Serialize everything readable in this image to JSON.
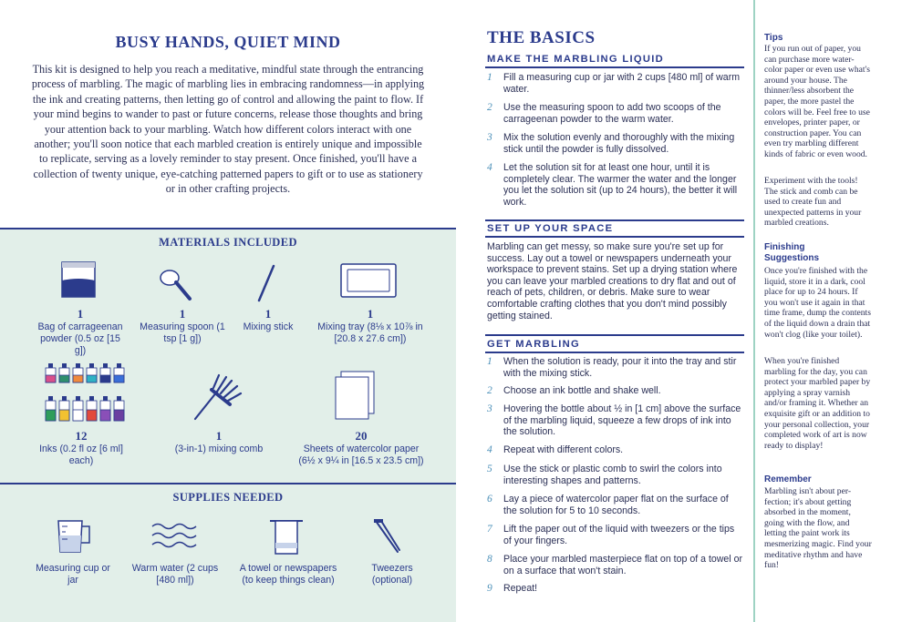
{
  "intro": {
    "title": "BUSY HANDS, QUIET MIND",
    "body": "This kit is designed to help you reach a meditative, mindful state through the entrancing process of marbling. The magic of marbling lies in embracing randomness—in applying the ink and creating patterns, then letting go of control and allowing the paint to flow. If your mind begins to wander to past or future concerns, release those thoughts and bring your attention back to your marbling. Watch how different colors interact with one another; you'll soon notice that each marbled creation is entirely unique and impossible to replicate, serving as a lovely reminder to stay present. Once finished, you'll have a collection of twenty unique, eye-catching patterned papers to gift or to use as stationery or in other crafting projects."
  },
  "materials": {
    "heading": "MATERIALS INCLUDED",
    "items": [
      {
        "qty": "1",
        "label": "Bag of carrageenan powder (0.5 oz [15 g])",
        "icon": "powder-bag-icon"
      },
      {
        "qty": "1",
        "label": "Measuring spoon (1 tsp [1 g])",
        "icon": "measuring-spoon-icon"
      },
      {
        "qty": "1",
        "label": "Mixing stick",
        "icon": "mixing-stick-icon"
      },
      {
        "qty": "1",
        "label": "Mixing tray (8⅛ x 10⅞ in [20.8 x 27.6 cm])",
        "icon": "mixing-tray-icon"
      },
      {
        "qty": "12",
        "label": "Inks (0.2 fl oz [6 ml] each)",
        "icon": "ink-bottles-icon"
      },
      {
        "qty": "1",
        "label": "(3-in-1) mixing comb",
        "icon": "comb-icon"
      },
      {
        "qty": "20",
        "label": "Sheets of watercolor paper (6½ x 9¼ in [16.5 x 23.5 cm])",
        "icon": "paper-sheets-icon"
      }
    ]
  },
  "supplies": {
    "heading": "SUPPLIES NEEDED",
    "items": [
      {
        "label": "Measuring cup or jar",
        "icon": "measuring-cup-icon"
      },
      {
        "label": "Warm water (2 cups [480 ml])",
        "icon": "water-waves-icon"
      },
      {
        "label": "A towel or newspapers (to keep things clean)",
        "icon": "towel-icon"
      },
      {
        "label": "Tweezers (optional)",
        "icon": "tweezers-icon"
      }
    ]
  },
  "basics": {
    "title": "THE BASICS",
    "liquid": {
      "heading": "MAKE THE MARBLING LIQUID",
      "steps": [
        {
          "n": "1",
          "text": "Fill a measuring cup or jar with 2 cups [480 ml] of warm water."
        },
        {
          "n": "2",
          "text": "Use the measuring spoon to add two scoops of the carrageenan powder to the warm water."
        },
        {
          "n": "3",
          "text": "Mix the solution evenly and thoroughly with the mixing stick until the powder is fully dissolved."
        },
        {
          "n": "4",
          "text": "Let the solution sit for at least one hour, until it is completely clear. The warmer the water and the longer you let the solution sit (up to 24 hours), the better it will work."
        }
      ]
    },
    "space": {
      "heading": "SET UP YOUR SPACE",
      "text": "Marbling can get messy, so make sure you're set up for success. Lay out a towel or newspapers underneath your workspace to prevent stains. Set up a drying station where you can leave your marbled creations to dry flat and out of reach of pets, children, or debris. Make sure to wear comfortable crafting clothes that you don't mind possibly getting stained."
    },
    "marbling": {
      "heading": "GET MARBLING",
      "steps": [
        {
          "n": "1",
          "text": "When the solution is ready, pour it into the tray and stir with the mixing stick."
        },
        {
          "n": "2",
          "text": "Choose an ink bottle and shake well."
        },
        {
          "n": "3",
          "text": "Hovering the bottle about ½ in [1 cm] above the surface of the marbling liquid, squeeze a few drops of ink into the solution."
        },
        {
          "n": "4",
          "text": "Repeat with different colors."
        },
        {
          "n": "5",
          "text": "Use the stick or plastic comb to swirl the colors into interesting shapes and patterns."
        },
        {
          "n": "6",
          "text": "Lay a piece of watercolor paper flat on the surface of the solution for 5 to 10 seconds."
        },
        {
          "n": "7",
          "text": "Lift the paper out of the liquid with tweezers or the tips of your fingers."
        },
        {
          "n": "8",
          "text": "Place your marbled masterpiece flat on top of a towel or on a surface that won't stain."
        },
        {
          "n": "9",
          "text": "Repeat!"
        }
      ]
    }
  },
  "sidebar": {
    "tips_heading": "Tips",
    "tips_text_1": "If you run out of paper, you can purchase more water-color paper or even use what's around your house. The thinner/less absorbent the paper, the more pastel the colors will be. Feel free to use envelopes, printer paper, or construction paper. You can even try marbling different kinds of fabric or even wood.",
    "tips_text_2": "Experiment with the tools! The stick and comb can be used to create fun and unexpected patterns in your marbled creations.",
    "finishing_heading": "Finishing Suggestions",
    "finishing_text_1": "Once you're finished with the liquid, store it in a dark, cool place for up to 24 hours. If you won't use it again in that time frame, dump the contents of the liquid down a drain that won't clog (like your toilet).",
    "finishing_text_2": "When you're finished marbling for the day, you can protect your marbled paper by applying a spray varnish and/or framing it. Whether an exquisite gift or an addition to your personal collection, your completed work of art is now ready to display!",
    "remember_heading": "Remember",
    "remember_text": "Marbling isn't about per-fection; it's about getting absorbed in the moment, going with the flow, and letting the paint work its mesmerizing magic. Find your meditative rhythm and have fun!"
  },
  "colors": {
    "navy": "#2b3b8c",
    "mint": "#e2efe9",
    "sidebar_rule": "#9ed3c3",
    "step_number": "#4a8fb8"
  }
}
